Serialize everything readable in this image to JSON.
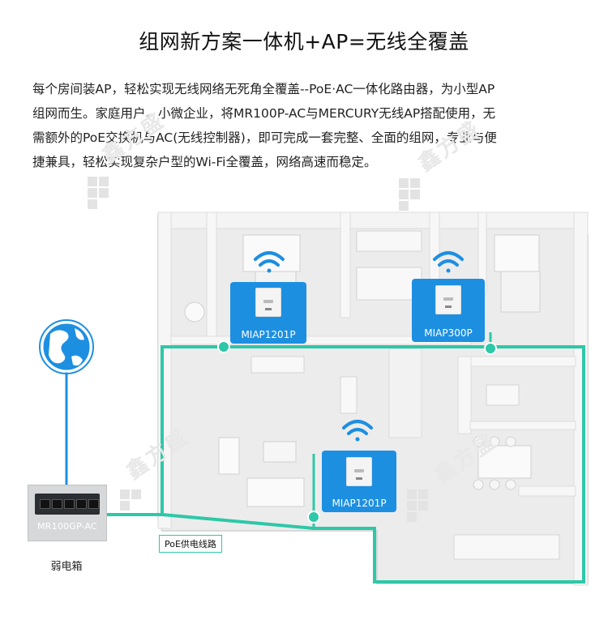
{
  "title": "组网新方案一体机+AP=无线全覆盖",
  "description": {
    "lines": [
      "每个房间装AP，轻松实现无线网络无死角全覆盖--PoE·AC一体化路由器，为小型AP",
      "组网而生。家庭用户、小微企业，将MR100P-AC与MERCURY无线AP搭配使用，无",
      "需额外的PoE交换机与AC(无线控制器)，即可完成一套完整、全面的组网，专业与便",
      "捷兼具，轻松实现复杂户型的Wi-Fi全覆盖，网络高速而稳定。"
    ]
  },
  "watermark_text": "鑫方盛",
  "aps": [
    {
      "label": "MIAP1201P"
    },
    {
      "label": "MIAP300P"
    },
    {
      "label": "MIAP1201P"
    }
  ],
  "switch": {
    "label": "MR100GP-AC"
  },
  "box_label": "弱电箱",
  "poe_label": "PoE供电线路",
  "colors": {
    "accent_blue": "#1d8fe1",
    "poe_line": "#2dc8a8",
    "globe": "#1d8fe1",
    "floor": "#ececec",
    "wall": "#f7f7f7"
  }
}
